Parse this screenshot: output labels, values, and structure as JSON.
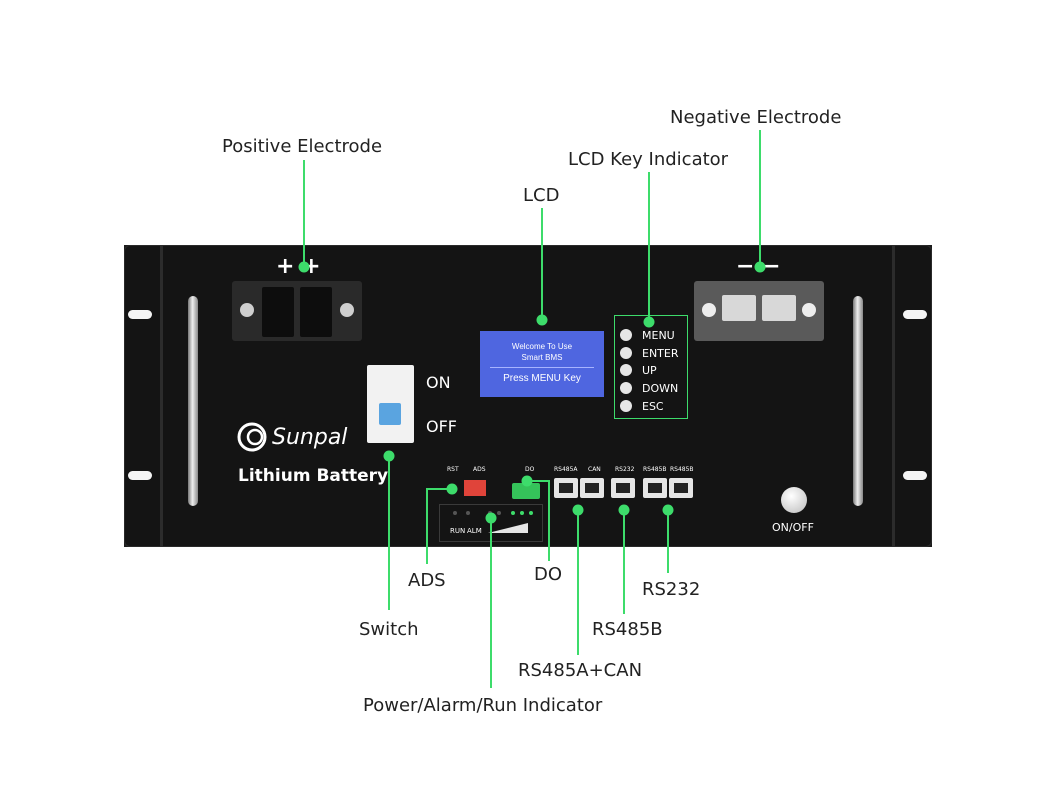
{
  "callouts": {
    "positive_electrode": "Positive Electrode",
    "negative_electrode": "Negative Electrode",
    "lcd_key_indicator": "LCD Key Indicator",
    "lcd": "LCD",
    "ads": "ADS",
    "do": "DO",
    "rs232": "RS232",
    "rs485b": "RS485B",
    "switch": "Switch",
    "rs485a_can": "RS485A+CAN",
    "indicator": "Power/Alarm/Run Indicator"
  },
  "device": {
    "brand": "Sunpal",
    "product": "Lithium Battery",
    "positive_sign": "+ +",
    "negative_sign": "− −",
    "switch_on": "ON",
    "switch_off": "OFF",
    "power_button_label": "ON/OFF",
    "lcd": {
      "line1": "Welcome To Use",
      "line2": "Smart BMS",
      "line3": "Press MENU Key"
    },
    "keys": [
      "MENU",
      "ENTER",
      "UP",
      "DOWN",
      "ESC"
    ],
    "port_labels": {
      "rst": "RST",
      "ads": "ADS",
      "do": "DO",
      "rs485a": "RS485A",
      "can": "CAN",
      "rs232": "RS232",
      "rs485b_1": "RS485B",
      "rs485b_2": "RS485B",
      "run": "RUN",
      "alm": "ALM"
    }
  },
  "colors": {
    "accent": "#3ddc6b",
    "panel": "#141414",
    "lcd": "#4f66e0",
    "ads_switch": "#e0443a"
  }
}
